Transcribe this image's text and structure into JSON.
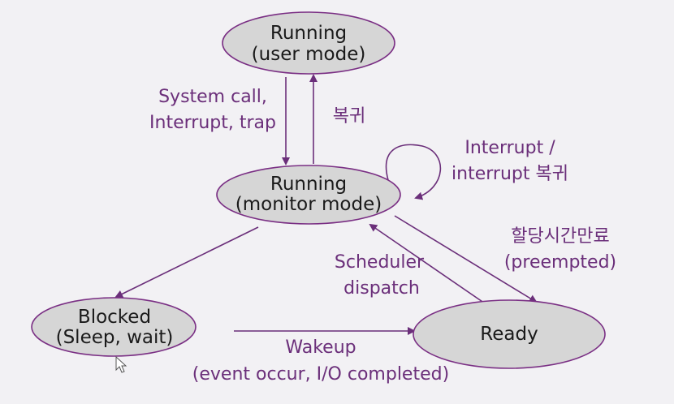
{
  "nodes": {
    "running_user": {
      "line1": "Running",
      "line2": "(user mode)"
    },
    "running_monitor": {
      "line1": "Running",
      "line2": "(monitor mode)"
    },
    "blocked": {
      "line1": "Blocked",
      "line2": "(Sleep, wait)"
    },
    "ready": {
      "line1": "Ready"
    }
  },
  "edges": {
    "system_call": {
      "line1": "System call,",
      "line2": "Interrupt, trap"
    },
    "return": {
      "line1": "복귀"
    },
    "interrupt": {
      "line1": "Interrupt /",
      "line2": "interrupt 복귀"
    },
    "preempted": {
      "line1": "할당시간만료",
      "line2": "(preempted)"
    },
    "dispatch": {
      "line1": "Scheduler",
      "line2": "dispatch"
    },
    "wakeup": {
      "line1": "Wakeup",
      "line2": "(event occur, I/O completed)"
    }
  },
  "colors": {
    "node_fill": "#d6d6d6",
    "node_stroke": "#7a2f84",
    "edge": "#6b2f7a",
    "text": "#1a1a1a"
  },
  "icons": {
    "cursor": "mouse-pointer-icon"
  }
}
